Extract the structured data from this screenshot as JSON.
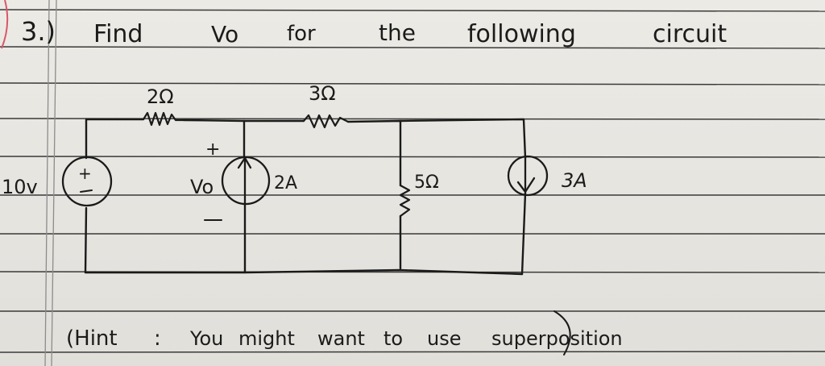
{
  "problem": {
    "number": "3.)",
    "title_words": [
      "Find",
      "Vo",
      "for",
      "the",
      "following",
      "circuit"
    ],
    "hint": "(Hint: You might want to use superposition)",
    "hint_parts": {
      "open": "(Hint",
      "sep": ":",
      "body1": "You",
      "body2": "might",
      "body3": "want",
      "body4": "to",
      "body5": "use",
      "body6": "superposition",
      "close": ")"
    }
  },
  "circuit": {
    "voltage_source": {
      "label": "10v",
      "polarity_plus": "+",
      "polarity_minus": "−"
    },
    "resistor_1": {
      "label": "2Ω"
    },
    "resistor_2": {
      "label": "3Ω"
    },
    "resistor_3": {
      "label": "5Ω"
    },
    "current_source_1": {
      "label": "2A",
      "direction": "up"
    },
    "current_source_2": {
      "label": "3A",
      "direction": "down"
    },
    "output_voltage": {
      "label": "Vo",
      "plus": "+",
      "minus": "−"
    }
  },
  "colors": {
    "ink": "#1a1a1a",
    "paper": "#e9e7e2",
    "rule_line": "#3a3a3a",
    "margin_line": "#8c8c8c",
    "margin_red": "#d9576a"
  }
}
